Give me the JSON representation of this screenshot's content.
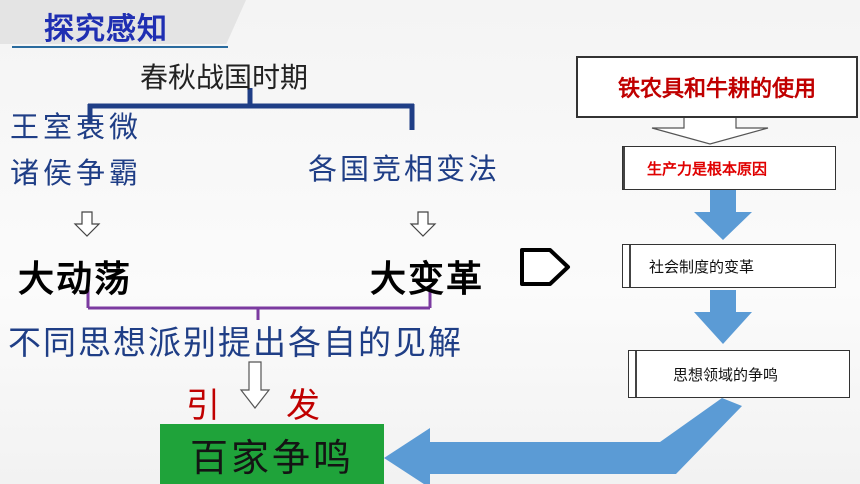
{
  "header": {
    "title": "探究感知"
  },
  "left": {
    "era": "春秋战国时期",
    "cause_line1": "王室衰微",
    "cause_line2": "诸侯争霸",
    "cause_right": "各国竞相变法",
    "turmoil": "大动荡",
    "reform": "大变革",
    "views": "不同思想派别提出各自的见解",
    "trigger_left": "引",
    "trigger_right": "发",
    "result": "百家争鸣"
  },
  "flow": {
    "step1": "铁农具和牛耕的使用",
    "step2": "生产力是根本原因",
    "step3": "社会制度的变革",
    "step4": "思想领域的争鸣"
  },
  "colors": {
    "navy_text": "#1f3e86",
    "title_blue": "#1f2fb2",
    "red": "#c00000",
    "result_green": "#1fa33a",
    "arrow_blue": "#5b9bd5",
    "bracket_purple": "#7b3aa0"
  }
}
